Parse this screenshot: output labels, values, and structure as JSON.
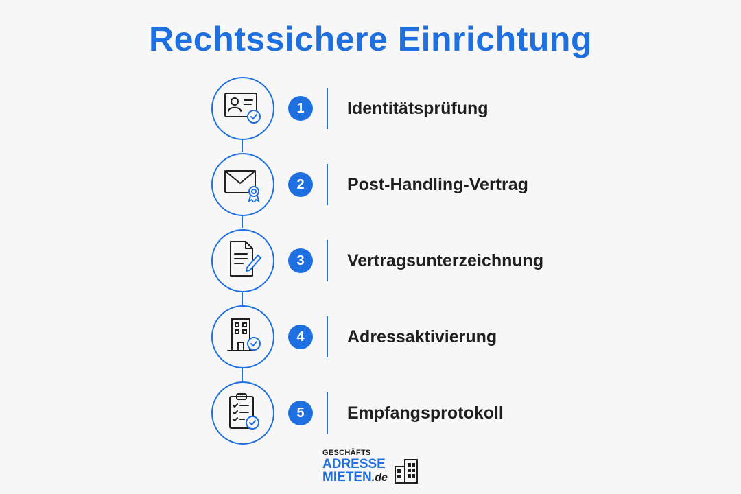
{
  "title": "Rechtssichere Einrichtung",
  "accent_color": "#1e6fe0",
  "steps": [
    {
      "number": "1",
      "label": "Identitätsprüfung",
      "icon": "id-card-check-icon"
    },
    {
      "number": "2",
      "label": "Post-Handling-Vertrag",
      "icon": "envelope-seal-icon"
    },
    {
      "number": "3",
      "label": "Vertragsunterzeichnung",
      "icon": "document-pen-icon"
    },
    {
      "number": "4",
      "label": "Adressaktivierung",
      "icon": "building-check-icon"
    },
    {
      "number": "5",
      "label": "Empfangsprotokoll",
      "icon": "clipboard-check-icon"
    }
  ],
  "logo": {
    "small_text": "GESCHÄFTS",
    "line1": "ADRESSE",
    "line2": "MIETEN",
    "suffix": ".de",
    "icon": "office-building-icon"
  }
}
